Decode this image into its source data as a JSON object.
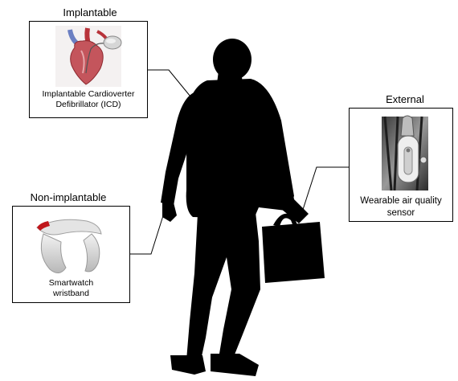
{
  "categories": {
    "implantable": {
      "title": "Implantable",
      "caption_line1": "Implantable Cardioverter",
      "caption_line2": "Defibrillator (ICD)",
      "image_icon": "heart-with-icd-illustration"
    },
    "external": {
      "title": "External",
      "caption_line1": "Wearable air quality",
      "caption_line2": "sensor",
      "image_icon": "clip-on-sensor-photo"
    },
    "non_implantable": {
      "title": "Non-implantable",
      "caption_line1": "Smartwatch",
      "caption_line2": "wristband",
      "image_icon": "wristband-illustration"
    }
  },
  "figure_icon": "walking-businessman-silhouette",
  "colors": {
    "silhouette": "#000000",
    "wristband_accent": "#c0161b",
    "heart_red": "#b8333a",
    "vessel_blue": "#6b7fc2"
  }
}
